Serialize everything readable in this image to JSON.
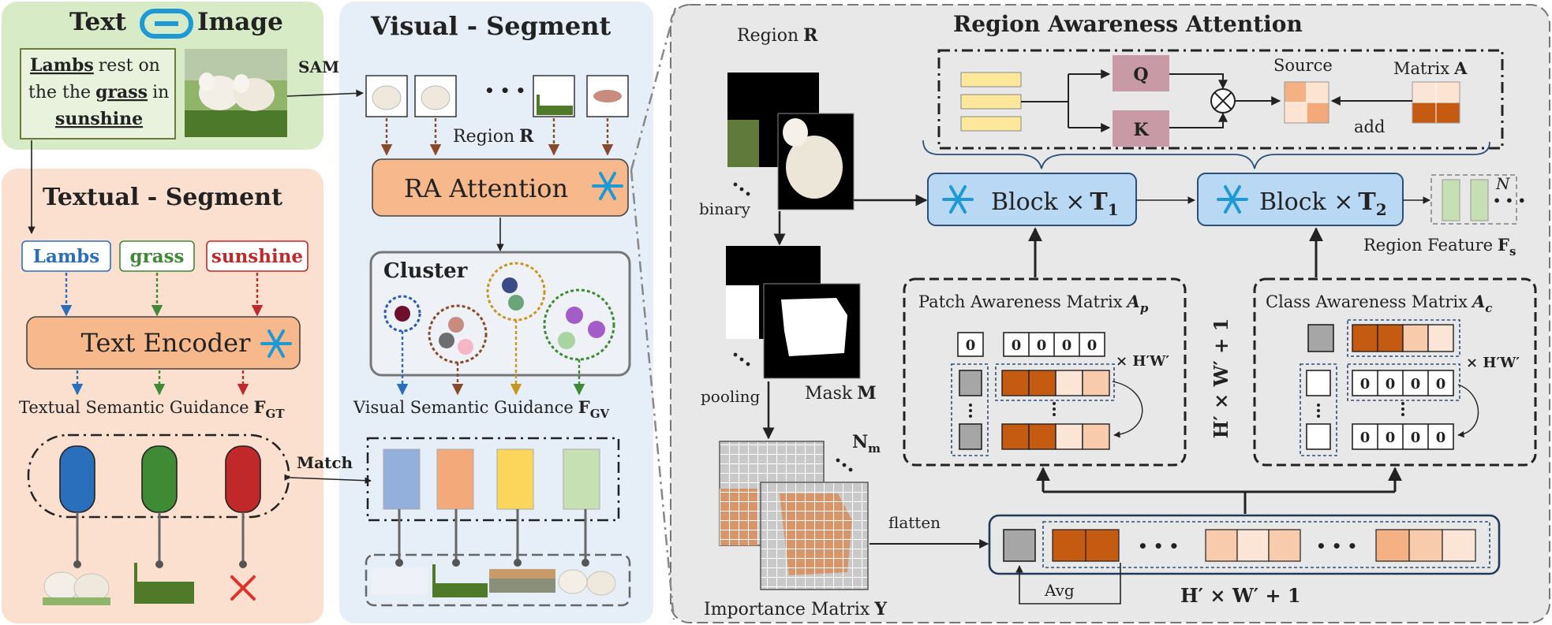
{
  "text_image": {
    "title_text": "Text",
    "title_image": "Image",
    "caption_w1": "Lambs",
    "caption_w2": "rest on",
    "caption_w3": "the the",
    "caption_w4": "grass",
    "caption_w5": "in",
    "caption_w6": "sunshine",
    "sam_label": "SAM"
  },
  "textual_segment": {
    "title": "Textual - Segment",
    "words": [
      "Lambs",
      "grass",
      "sunshine"
    ],
    "encoder_label": "Text Encoder",
    "guidance_label": "Textual Semantic Guidance",
    "guidance_symbol": "F",
    "guidance_sub": "GT",
    "match_label": "Match",
    "token_colors": [
      "#2a6fbb",
      "#3f8a35",
      "#c0282a"
    ]
  },
  "visual_segment": {
    "title": "Visual - Segment",
    "dots": "• • •",
    "region_label": "Region",
    "region_symbol": "R",
    "ra_label": "RA Attention",
    "cluster_label": "Cluster",
    "guidance_label": "Visual Semantic Guidance",
    "guidance_symbol": "F",
    "guidance_sub": "GV",
    "feature_colors": [
      "#93b0dc",
      "#f4a97a",
      "#fbd65a",
      "#c6e0b4"
    ]
  },
  "raa": {
    "title": "Region Awareness Attention",
    "region_label": "Region",
    "region_symbol": "R",
    "binary_label": "binary",
    "pooling_label": "pooling",
    "mask_label": "Mask",
    "mask_symbol": "M",
    "importance_label": "Importance Matrix",
    "importance_symbol": "Y",
    "nm_label": "N",
    "nm_sub": "m",
    "flatten_label": "flatten",
    "q_label": "Q",
    "k_label": "K",
    "source_label": "Source",
    "matrix_label": "Matrix",
    "matrix_symbol": "A",
    "add_label": "add",
    "block1_label": "Block ×",
    "block1_symbol": "T",
    "block1_sub": "1",
    "block2_label": "Block ×",
    "block2_symbol": "T",
    "block2_sub": "2",
    "n_label": "N",
    "region_feature_label": "Region Feature",
    "region_feature_symbol": "F",
    "region_feature_sub": "s",
    "patch_label": "Patch Awareness Matrix",
    "patch_symbol": "A",
    "patch_sub": "p",
    "class_label": "Class Awareness Matrix",
    "class_symbol": "A",
    "class_sub": "c",
    "zero": "0",
    "times_hw": "× H′W′",
    "hw_plus_one": "H′ × W′ + 1",
    "avg_label": "Avg",
    "ellipsis": "• • •"
  }
}
